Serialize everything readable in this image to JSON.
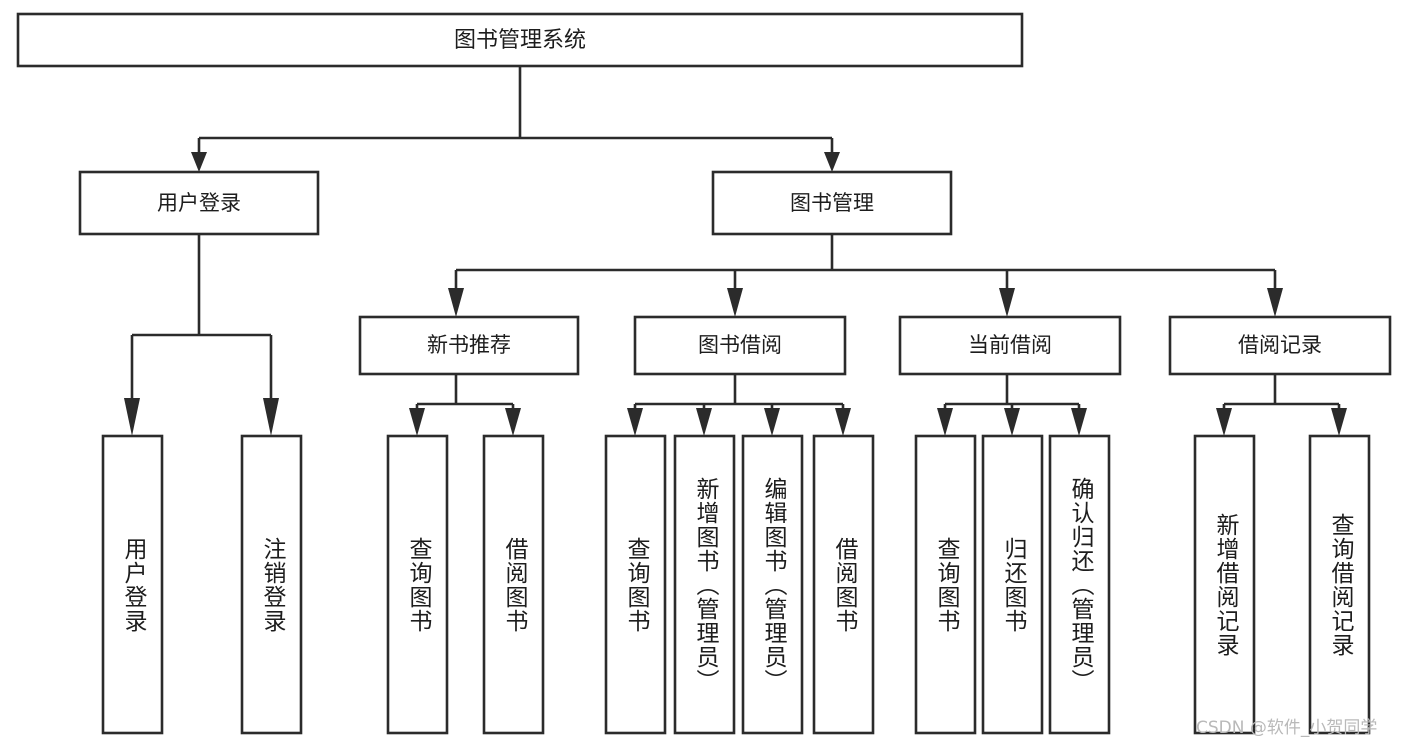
{
  "diagram": {
    "title": "图书管理系统",
    "type": "tree",
    "colors": {
      "background": "#ffffff",
      "box_fill": "#ffffff",
      "line": "#2b2b2b",
      "text": "#1d1d1d",
      "watermark": "#b9b9b9"
    },
    "root": {
      "label": "图书管理系统"
    },
    "level2": [
      {
        "label": "用户登录"
      },
      {
        "label": "图书管理"
      }
    ],
    "level3": [
      {
        "label": "新书推荐"
      },
      {
        "label": "图书借阅"
      },
      {
        "label": "当前借阅"
      },
      {
        "label": "借阅记录"
      }
    ],
    "leaves": {
      "user_login": [
        {
          "label": "用户登录"
        },
        {
          "label": "注销登录"
        }
      ],
      "new_book_recommend": [
        {
          "label": "查询图书"
        },
        {
          "label": "借阅图书"
        }
      ],
      "book_borrow": [
        {
          "label": "查询图书"
        },
        {
          "label": "新增图书（管理员）"
        },
        {
          "label": "编辑图书（管理员）"
        },
        {
          "label": "借阅图书"
        }
      ],
      "current_borrow": [
        {
          "label": "查询图书"
        },
        {
          "label": "归还图书"
        },
        {
          "label": "确认归还（管理员）"
        }
      ],
      "borrow_record": [
        {
          "label": "新增借阅记录"
        },
        {
          "label": "查询借阅记录"
        }
      ]
    }
  },
  "watermark": {
    "text": "CSDN @软件_小贺同学"
  }
}
